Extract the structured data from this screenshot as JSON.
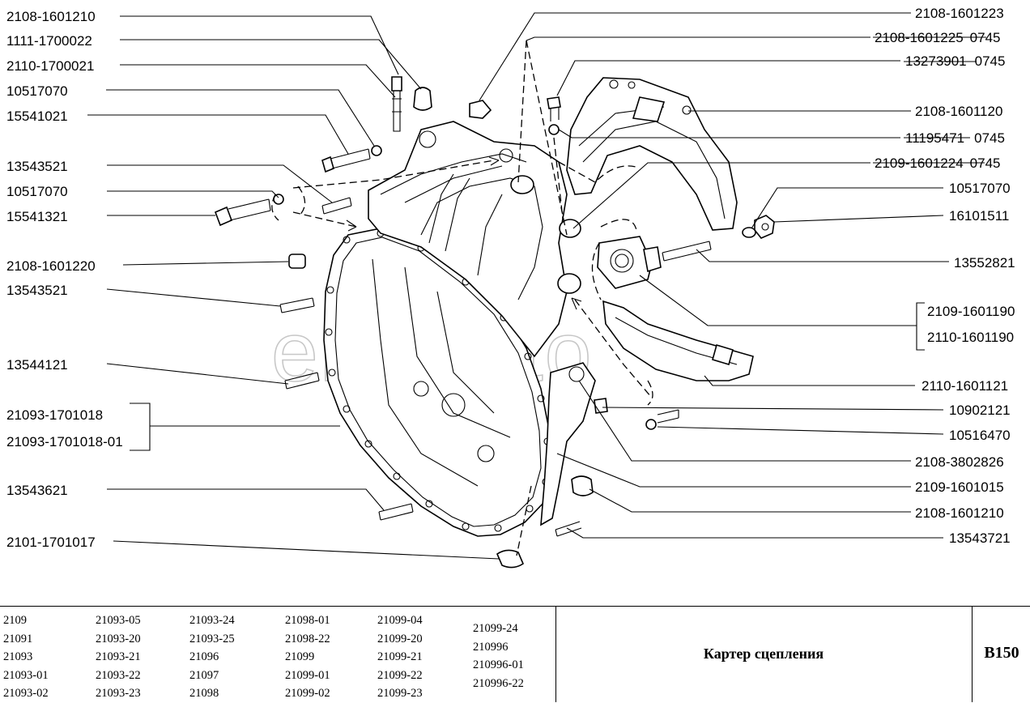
{
  "diagram": {
    "watermark": "elvcavto",
    "left_labels": [
      {
        "id": "l1",
        "text": "2108-1601210"
      },
      {
        "id": "l2",
        "text": "1111-1700022"
      },
      {
        "id": "l3",
        "text": "2110-1700021"
      },
      {
        "id": "l4",
        "text": "10517070"
      },
      {
        "id": "l5",
        "text": "15541021"
      },
      {
        "id": "l6",
        "text": "13543521"
      },
      {
        "id": "l7",
        "text": "10517070"
      },
      {
        "id": "l8",
        "text": "15541321"
      },
      {
        "id": "l9",
        "text": "2108-1601220"
      },
      {
        "id": "l10",
        "text": "13543521"
      },
      {
        "id": "l11",
        "text": "13544121"
      },
      {
        "id": "l12a",
        "text": "21093-1701018"
      },
      {
        "id": "l12b",
        "text": "21093-1701018-01"
      },
      {
        "id": "l13",
        "text": "13543621"
      },
      {
        "id": "l14",
        "text": "2101-1701017"
      }
    ],
    "right_labels": [
      {
        "id": "r1",
        "text": "2108-1601223"
      },
      {
        "id": "r2",
        "text": "2108-1601225",
        "suffix": "0745",
        "strike": true
      },
      {
        "id": "r3",
        "text": "13273901",
        "suffix": "0745",
        "strike": true
      },
      {
        "id": "r4",
        "text": "2108-1601120"
      },
      {
        "id": "r5",
        "text": "11195471",
        "suffix": "0745",
        "strike": true
      },
      {
        "id": "r6",
        "text": "2109-1601224",
        "suffix": "0745",
        "strike": true
      },
      {
        "id": "r7",
        "text": "10517070"
      },
      {
        "id": "r8",
        "text": "16101511"
      },
      {
        "id": "r9",
        "text": "13552821"
      },
      {
        "id": "r10a",
        "text": "2109-1601190"
      },
      {
        "id": "r10b",
        "text": "2110-1601190"
      },
      {
        "id": "r11",
        "text": "2110-1601121"
      },
      {
        "id": "r12",
        "text": "10902121"
      },
      {
        "id": "r13",
        "text": "10516470"
      },
      {
        "id": "r14",
        "text": "2108-3802826"
      },
      {
        "id": "r15",
        "text": "2109-1601015"
      },
      {
        "id": "r16",
        "text": "2108-1601210"
      },
      {
        "id": "r17",
        "text": "13543721"
      }
    ]
  },
  "footer": {
    "models": [
      [
        "2109",
        "21091",
        "21093",
        "21093-01",
        "21093-02"
      ],
      [
        "21093-05",
        "21093-20",
        "21093-21",
        "21093-22",
        "21093-23"
      ],
      [
        "21093-24",
        "21093-25",
        "21096",
        "21097",
        "21098"
      ],
      [
        "21098-01",
        "21098-22",
        "21099",
        "21099-01",
        "21099-02"
      ],
      [
        "21099-04",
        "21099-20",
        "21099-21",
        "21099-22",
        "21099-23"
      ],
      [
        "21099-24",
        "210996",
        "210996-01",
        "210996-22"
      ]
    ],
    "title": "Картер сцепления",
    "code": "B150"
  }
}
